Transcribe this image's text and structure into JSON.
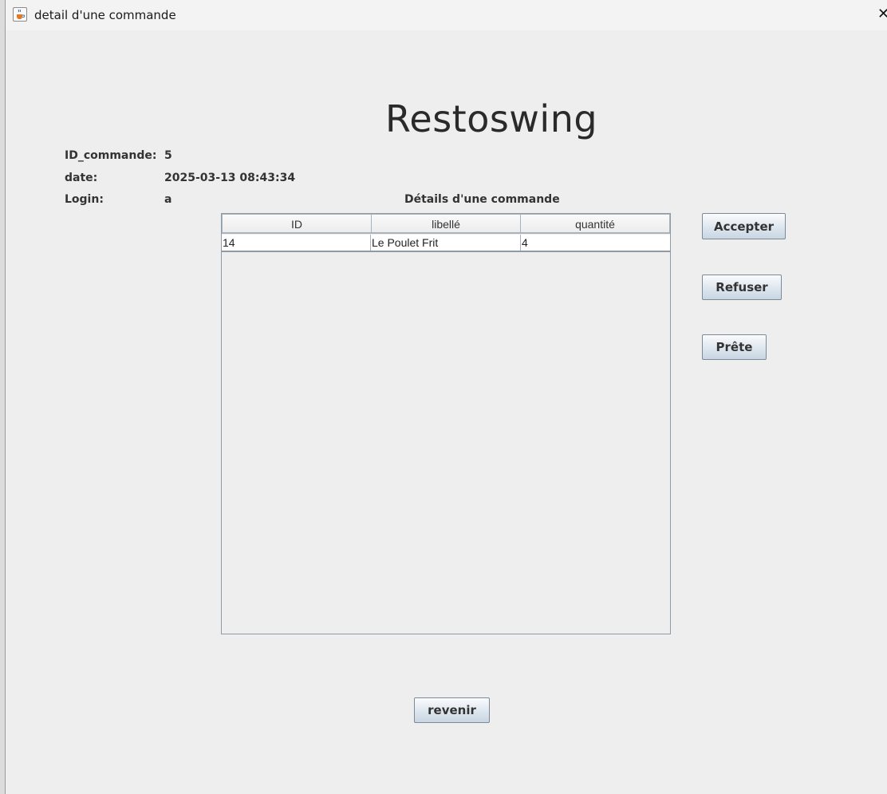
{
  "window": {
    "title": "detail d'une commande",
    "close_glyph": "✕"
  },
  "app_title": "Restoswing",
  "order": {
    "id_label": "ID_commande:",
    "id_value": "5",
    "date_label": "date:",
    "date_value": "2025-03-13 08:43:34",
    "login_label": "Login:",
    "login_value": "a"
  },
  "table": {
    "caption": "Détails d'une commande",
    "columns": [
      "ID",
      "libellé",
      "quantité"
    ],
    "rows": [
      [
        "14",
        "Le Poulet Frit",
        "4"
      ]
    ]
  },
  "actions": {
    "accept_label": "Accepter",
    "refuse_label": "Refuser",
    "ready_label": "Prête",
    "back_label": "revenir"
  },
  "icons": {
    "window_icon": "java-coffee-cup-icon",
    "close": "close-icon"
  },
  "colors": {
    "background": "#eeeeee",
    "button_gradient_end": "#c9d6e2",
    "table_border": "#8e9aa6"
  }
}
